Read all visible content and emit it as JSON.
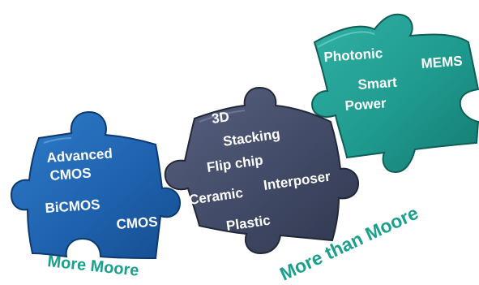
{
  "colors": {
    "blue_piece": "#1f63b0",
    "slate_piece": "#414a66",
    "teal_piece": "#1f9a8f",
    "caption": "#1aa08c",
    "label": "#ffffff"
  },
  "pieces": {
    "blue": {
      "labels": [
        "Advanced",
        "CMOS",
        "BiCMOS",
        "CMOS"
      ]
    },
    "slate": {
      "labels": [
        "3D",
        "Stacking",
        "Flip chip",
        "Interposer",
        "Ceramic",
        "Plastic"
      ]
    },
    "teal": {
      "labels": [
        "Photonic",
        "MEMS",
        "Smart",
        "Power"
      ]
    }
  },
  "captions": {
    "more_moore": "More Moore",
    "more_than_moore": "More than Moore"
  }
}
